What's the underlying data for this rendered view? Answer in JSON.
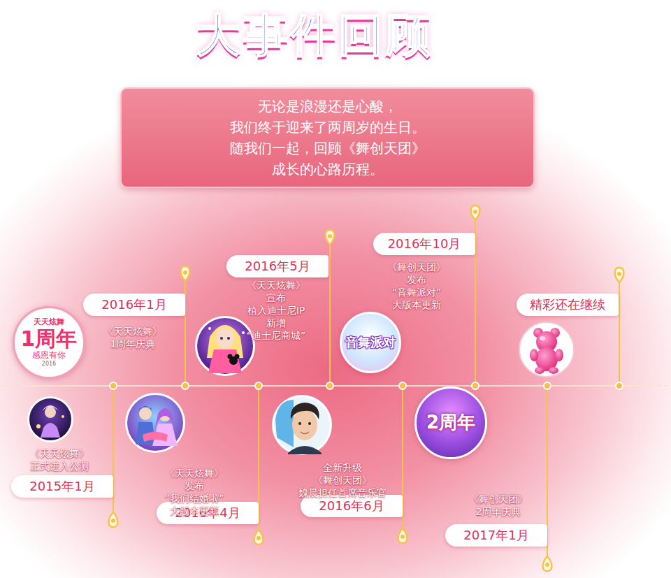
{
  "diagram": {
    "title": "大事件回顾",
    "nodes": [
      {
        "text": [
          "无论是浪漫还是心酸，我们终于迎来了两周岁的生日。 随我们一起，回顾《舞创天团》成长的心路历程。"
        ]
      },
      {
        "text": [
          "天天炫舞",
          "1周年",
          "感恩有你",
          "2016"
        ]
      },
      {
        "text": [
          "2016年1月"
        ]
      },
      {
        "text": [
          "2016年5月"
        ]
      },
      {
        "text": [
          "2016年10月"
        ]
      },
      {
        "text": [
          "音舞派对"
        ]
      },
      {
        "text": [
          "精彩还在继续"
        ]
      },
      {
        "text": [
          "2015年1月"
        ]
      },
      {
        "text": [
          "2016年4月"
        ]
      },
      {
        "text": [
          "2016年6月"
        ]
      },
      {
        "text": [
          "2周年"
        ]
      },
      {
        "text": [
          "2017年1月"
        ]
      }
    ],
    "labels": [
      "《天天炫舞》 1周年庆典",
      "《天天炫舞》宣布 植入迪士尼IP 新增“迪士尼商城”",
      "《舞创天团》发布 “音舞派对”大版本更新",
      "《天天炫舞》 正式进入公测",
      "《天天炫舞》发布 “我们结婚啦”大版本更新",
      "全新升级《舞创天团》 魏晨担任首席音乐官",
      "《舞创天团》 2周年庆典"
    ]
  }
}
